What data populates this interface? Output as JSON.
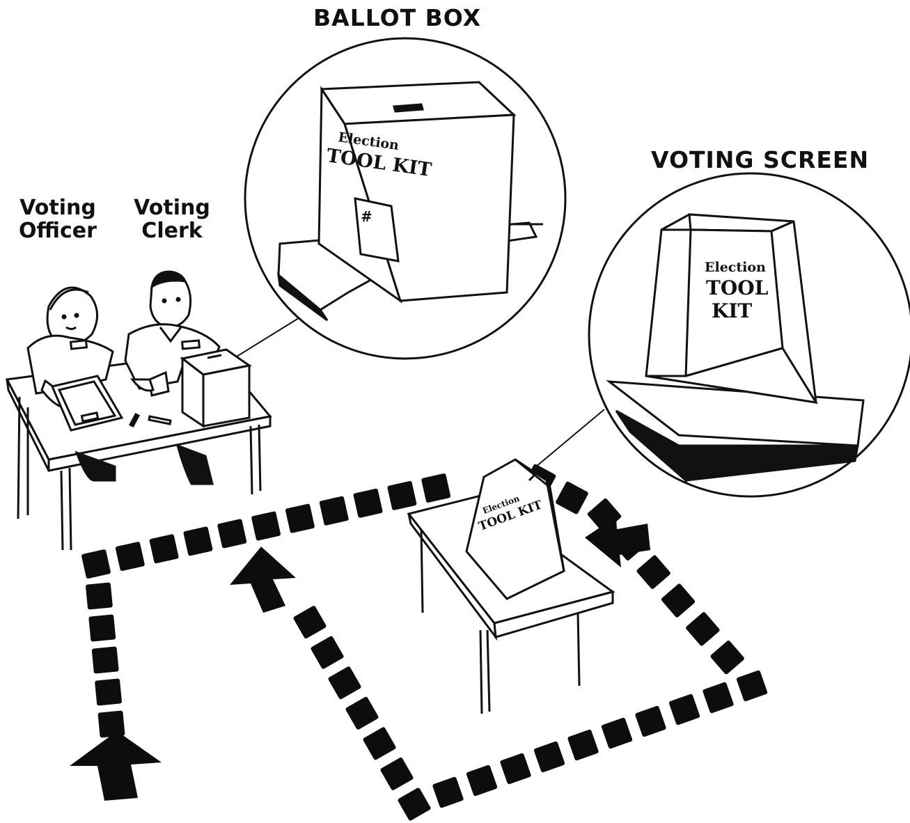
{
  "labels": {
    "ballot_box": "BALLOT BOX",
    "voting_screen": "VOTING SCREEN",
    "voting_officer_line1": "Voting",
    "voting_officer_line2": "Officer",
    "voting_clerk_line1": "Voting",
    "voting_clerk_line2": "Clerk"
  },
  "branding": {
    "election": "Election",
    "tool": "TOOL",
    "kit": "KIT",
    "toolkit": "TOOL KIT"
  },
  "ballot_box_slot_symbol": "#",
  "colors": {
    "ink": "#111111",
    "paper": "#ffffff",
    "path_marks": "#0d0d0d"
  }
}
